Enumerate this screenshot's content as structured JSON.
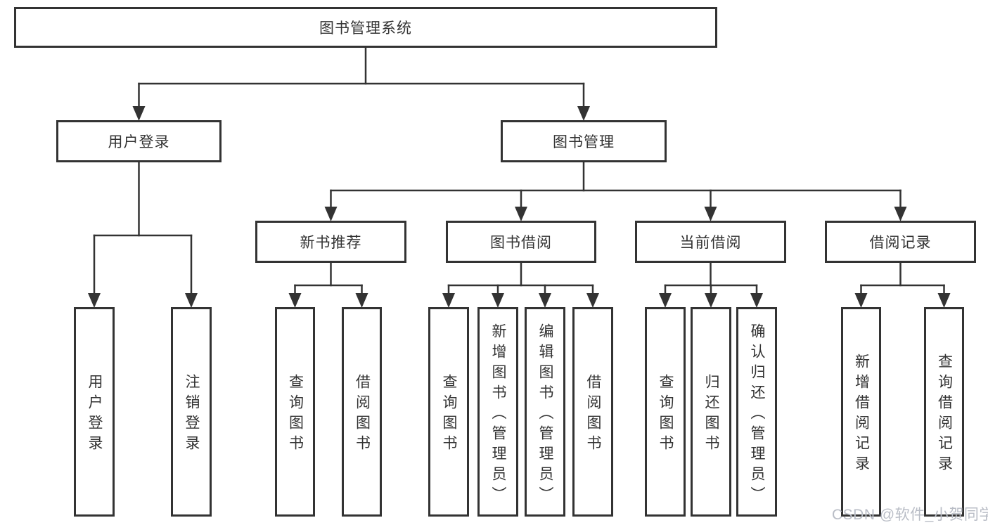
{
  "nodes": {
    "root": {
      "label": "图书管理系统"
    },
    "level2": [
      {
        "id": "user-login",
        "label": "用户登录"
      },
      {
        "id": "book-management",
        "label": "图书管理"
      }
    ],
    "level3": [
      {
        "id": "new-book-recommendation",
        "label": "新书推荐"
      },
      {
        "id": "book-borrowing",
        "label": "图书借阅"
      },
      {
        "id": "current-borrowing",
        "label": "当前借阅"
      },
      {
        "id": "borrowing-records",
        "label": "借阅记录"
      }
    ],
    "leaves": [
      {
        "id": "user-login",
        "label": "用户登录"
      },
      {
        "id": "logout",
        "label": "注销登录"
      },
      {
        "id": "query-books-recommend",
        "label": "查询图书"
      },
      {
        "id": "borrow-books-recommend",
        "label": "借阅图书"
      },
      {
        "id": "query-books-borrow",
        "label": "查询图书"
      },
      {
        "id": "add-book-admin",
        "label": "新增图书（管理员）"
      },
      {
        "id": "edit-book-admin",
        "label": "编辑图书（管理员）"
      },
      {
        "id": "borrow-books-borrow",
        "label": "借阅图书"
      },
      {
        "id": "query-books-current",
        "label": "查询图书"
      },
      {
        "id": "return-book",
        "label": "归还图书"
      },
      {
        "id": "confirm-return-admin",
        "label": "确认归还（管理员）"
      },
      {
        "id": "add-borrow-record",
        "label": "新增借阅记录"
      },
      {
        "id": "query-borrow-record",
        "label": "查询借阅记录"
      }
    ]
  },
  "watermark": "CSDN @软件_小贺同学",
  "colors": {
    "line": "#333333",
    "text": "#333333",
    "background": "#ffffff",
    "watermark": "#b9bdc6"
  }
}
